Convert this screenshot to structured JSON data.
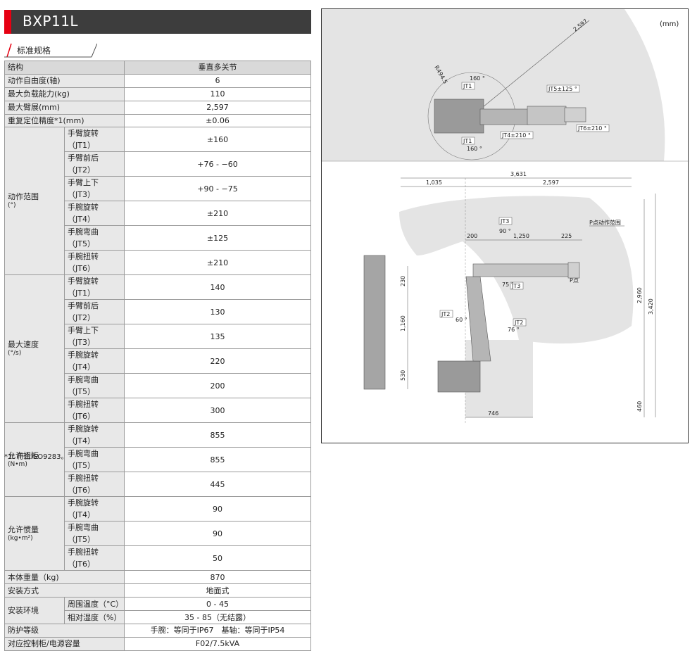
{
  "title": "BXP11L",
  "subtitle": "标准规格",
  "rows": {
    "structure": {
      "label": "结构",
      "value": "垂直多关节"
    },
    "dof": {
      "label": "动作自由度(轴)",
      "value": "6"
    },
    "payload": {
      "label": "最大负载能力(kg)",
      "value": "110"
    },
    "reach": {
      "label": "最大臂展(mm)",
      "value": "2,597"
    },
    "repeat": {
      "label": "重复定位精度*1(mm)",
      "value": "±0.06"
    },
    "range": {
      "label": "动作范围",
      "unit": "(°)",
      "items": [
        {
          "axis": "手臂旋转（JT1）",
          "value": "±160"
        },
        {
          "axis": "手臂前后（JT2）",
          "value": "+76 - −60"
        },
        {
          "axis": "手臂上下（JT3）",
          "value": "+90 - −75"
        },
        {
          "axis": "手腕旋转（JT4）",
          "value": "±210"
        },
        {
          "axis": "手腕弯曲（JT5）",
          "value": "±125"
        },
        {
          "axis": "手腕扭转（JT6）",
          "value": "±210"
        }
      ]
    },
    "speed": {
      "label": "最大速度",
      "unit": "(°/s)",
      "items": [
        {
          "axis": "手臂旋转（JT1）",
          "value": "140"
        },
        {
          "axis": "手臂前后（JT2）",
          "value": "130"
        },
        {
          "axis": "手臂上下（JT3）",
          "value": "135"
        },
        {
          "axis": "手腕旋转（JT4）",
          "value": "220"
        },
        {
          "axis": "手腕弯曲（JT5）",
          "value": "200"
        },
        {
          "axis": "手腕扭转（JT6）",
          "value": "300"
        }
      ]
    },
    "torque": {
      "label": "允许扭矩",
      "unit": "(N•m)",
      "items": [
        {
          "axis": "手腕旋转（JT4）",
          "value": "855"
        },
        {
          "axis": "手腕弯曲（JT5）",
          "value": "855"
        },
        {
          "axis": "手腕扭转（JT6）",
          "value": "445"
        }
      ]
    },
    "inertia": {
      "label": "允许惯量",
      "unit": "(kg•m²)",
      "items": [
        {
          "axis": "手腕旋转（JT4）",
          "value": "90"
        },
        {
          "axis": "手腕弯曲（JT5）",
          "value": "90"
        },
        {
          "axis": "手腕扭转（JT6）",
          "value": "50"
        }
      ]
    },
    "mass": {
      "label": "本体重量（kg)",
      "value": "870"
    },
    "install": {
      "label": "安装方式",
      "value": "地面式"
    },
    "env": {
      "label": "安装环境",
      "items": [
        {
          "axis": "周围温度（°C）",
          "value": "0 - 45"
        },
        {
          "axis": "相对湿度（%）",
          "value": "35 - 85（无结露）"
        }
      ]
    },
    "protection": {
      "label": "防护等级",
      "value": "手腕：等同于IP67　基轴：等同于IP54"
    },
    "controller": {
      "label": "对应控制柜/电源容量",
      "value": "F02/7.5kVA"
    }
  },
  "footnote": "*1: 符合ISO9283。",
  "diagram": {
    "unit": "(mm)",
    "top_view": {
      "radius_label": "2,597",
      "r_small_label": "R494.5",
      "jt1_label": "JT1",
      "jt1_angle": "160 °",
      "jt5_label": "JT5±125 °",
      "jt4_label": "JT4±210 °",
      "jt6_label": "JT6±210 °"
    },
    "side_view": {
      "dim_total_width": "3,631",
      "dim_rear": "1,035",
      "dim_front": "2,597",
      "dim_200": "200",
      "dim_1250": "1,250",
      "dim_225": "225",
      "dim_230": "230",
      "dim_1160": "1,160",
      "dim_530": "530",
      "dim_2960": "2,960",
      "dim_3420": "3,420",
      "dim_460": "460",
      "dim_746": "746",
      "p_range_label": "P点动作范围",
      "p_point_label": "P点",
      "jt3_label": "JT3",
      "jt3_up_angle": "90 °",
      "jt3_down_angle": "75 °",
      "jt2_label": "JT2",
      "jt2_back_angle": "60 °",
      "jt2_front_angle": "76 °"
    }
  }
}
